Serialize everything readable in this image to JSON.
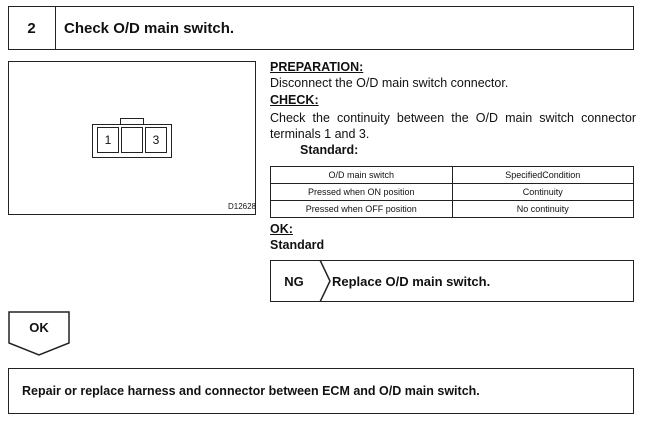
{
  "step": {
    "number": "2",
    "title": "Check O/D main switch."
  },
  "figure": {
    "terminal_1": "1",
    "terminal_3": "3",
    "code": "D12628"
  },
  "preparation": {
    "heading": "PREPARATION:",
    "text": "Disconnect the O/D main switch connector."
  },
  "check": {
    "heading": "CHECK:",
    "text": "Check the continuity between the O/D main switch connector terminals 1 and 3.",
    "standard_heading": "Standard:"
  },
  "spec_table": {
    "headers": [
      "O/D main switch",
      "SpecifiedCondition"
    ],
    "rows": [
      [
        "Pressed when ON position",
        "Continuity"
      ],
      [
        "Pressed when OFF position",
        "No continuity"
      ]
    ]
  },
  "ok_section": {
    "heading": "OK:",
    "text": "Standard"
  },
  "ng_branch": {
    "label": "NG",
    "text": "Replace O/D main switch."
  },
  "ok_branch": {
    "label": "OK"
  },
  "final_step": {
    "text": "Repair or replace harness and connector between ECM and O/D main switch."
  }
}
